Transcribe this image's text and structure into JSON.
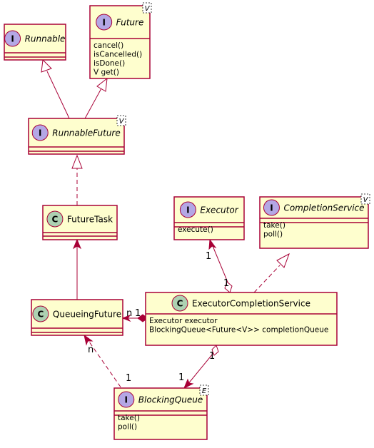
{
  "colors": {
    "box_fill": "#FEFECE",
    "box_stroke": "#A80036",
    "interface_circle": "#B4A7E5",
    "class_circle": "#ADD1B2",
    "line": "#A80036"
  },
  "nodes": {
    "runnable": {
      "kind": "I",
      "name": "Runnable",
      "italic": true,
      "generic": "",
      "members": []
    },
    "future": {
      "kind": "I",
      "name": "Future",
      "italic": true,
      "generic": "V",
      "members": [
        "cancel()",
        "isCancelled()",
        "isDone()",
        "V get()"
      ]
    },
    "runnable_future": {
      "kind": "I",
      "name": "RunnableFuture",
      "italic": true,
      "generic": "V",
      "members": []
    },
    "future_task": {
      "kind": "C",
      "name": "FutureTask",
      "italic": false,
      "generic": "",
      "members": []
    },
    "executor": {
      "kind": "I",
      "name": "Executor",
      "italic": true,
      "generic": "",
      "members": [
        "execute()"
      ]
    },
    "completion_service": {
      "kind": "I",
      "name": "CompletionService",
      "italic": true,
      "generic": "V",
      "members": [
        "take()",
        "poll()"
      ]
    },
    "queueing_future": {
      "kind": "C",
      "name": "QueueingFuture",
      "italic": false,
      "generic": "",
      "members": []
    },
    "executor_completion_service": {
      "kind": "C",
      "name": "ExecutorCompletionService",
      "italic": false,
      "generic": "",
      "members": [
        "Executor executor",
        "BlockingQueue<Future<V>> completionQueue"
      ]
    },
    "blocking_queue": {
      "kind": "I",
      "name": "BlockingQueue",
      "italic": true,
      "generic": "E",
      "members": [
        "take()",
        "poll()"
      ]
    }
  },
  "multiplicities": {
    "executor_top": "1",
    "executor_bottom": "1",
    "qf_n": "n",
    "qf_1": "1",
    "bq_n": "n",
    "bq_1": "1",
    "ecs_1": "1",
    "bq_top_1": "1"
  }
}
